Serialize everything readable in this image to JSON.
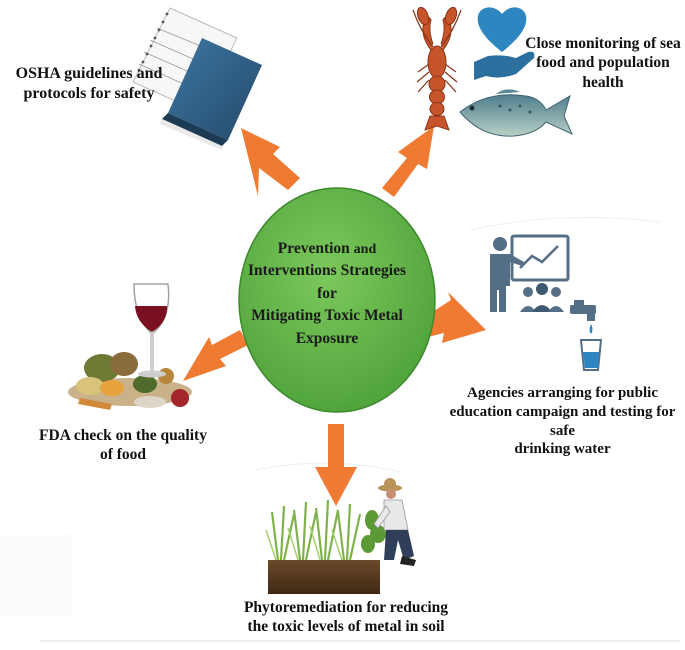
{
  "center": {
    "title_bold": "Prevention",
    "title_rest": "and",
    "lines": [
      "Interventions Strategies for",
      "Mitigating Toxic Metal",
      "Exposure"
    ]
  },
  "nodes": {
    "osha": {
      "line1": "OSHA guidelines and",
      "line2": "protocols for safety"
    },
    "seafood": {
      "line1": "Close monitoring of sea",
      "line2": "food and population",
      "line3": "health"
    },
    "agencies": {
      "line1": "Agencies arranging for public",
      "line2": "education campaign and testing for safe",
      "line3": "drinking water"
    },
    "fda": {
      "line1": "FDA check on the quality",
      "line2": "of food"
    },
    "phyto": {
      "line1": "Phytoremediation for reducing",
      "line2": "the toxic levels of metal in soil"
    }
  },
  "colors": {
    "center_fill": "#62b548",
    "center_stroke": "#3d8a2e",
    "arrow": "#ef7a32",
    "book": "#2f5f86",
    "heart": "#2e86c1",
    "fish": "#6f9aa6",
    "lobster": "#c7552c",
    "teacher": "#546e85",
    "wine": "#7a1022",
    "soil": "#5b3a1f",
    "plants": "#7fb24a"
  },
  "icons": [
    "book-icon",
    "lobster-icon",
    "heart-hand-icon",
    "fish-icon",
    "teacher-board-icon",
    "audience-icon",
    "tap-icon",
    "water-glass-icon",
    "wine-glass-icon",
    "food-basket-icon",
    "farmer-icon",
    "crop-rows-icon"
  ]
}
